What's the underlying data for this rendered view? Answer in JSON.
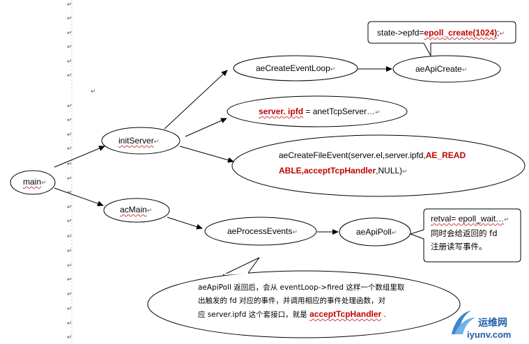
{
  "return_marker": "↵",
  "nodes": {
    "main": {
      "label": "main"
    },
    "initServer": {
      "label": "initServer"
    },
    "acMain": {
      "label": "acMain"
    },
    "aeCreateEventLoop": {
      "label": "aeCreateEventLoop"
    },
    "aeApiCreate": {
      "label": "aeApiCreate"
    },
    "serverIpfd": {
      "prefix": "server. ipfd",
      "rest": " = anetTcpServer…"
    },
    "aeCreateFileEvent": {
      "line1_plain": "aeCreateFileEvent(server.el,server.ipfd,",
      "line1_red": "AE_READ",
      "line2_red": "ABLE,acceptTcpHandler",
      "line2_plain": ",NULL)"
    },
    "aeProcessEvents": {
      "label": "aeProcessEvents"
    },
    "aeApiPoll": {
      "label": "aeApiPoll"
    }
  },
  "callouts": {
    "epfd": {
      "plain": "state->epfd=",
      "red": "epoll_create(1024)",
      "tail": ";"
    },
    "epollWait": {
      "line1": "retval= epoll_wait…",
      "line2": "同时会给返回的 fd",
      "line3": "注册读写事件。"
    },
    "fired": {
      "line1": "aeApiPoll 返回后，会从 eventLoop->fired 这样一个数组里取",
      "line2": "出触发的 fd 对应的事件，并调用相应的事件处理函数，对",
      "line3_plain": "应 server.ipfd 这个套接口，就是 ",
      "line3_red": "acceptTcpHandler",
      "line3_tail": " ."
    }
  },
  "watermark": {
    "cn": "运维网",
    "en": "iyunv.com"
  }
}
